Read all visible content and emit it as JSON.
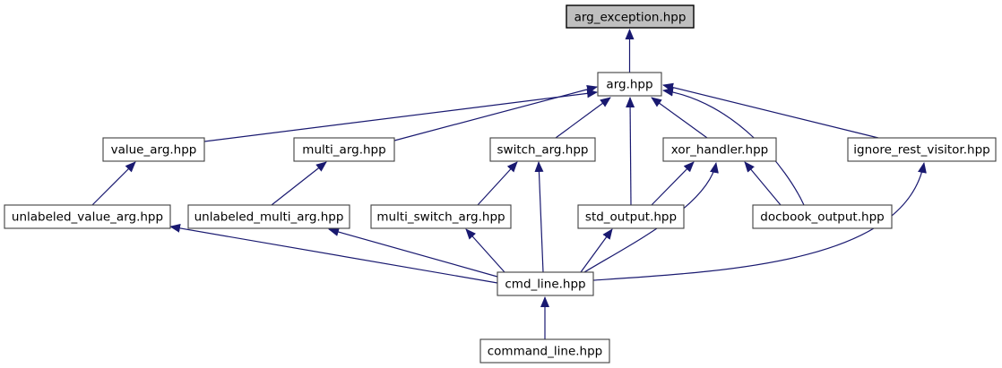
{
  "diagram": {
    "kind": "include-dependency-graph",
    "colors": {
      "edge": "#191970",
      "node_fill": "#ffffff",
      "node_border": "#404040",
      "highlight_fill": "#bfbfbf",
      "highlight_border": "#000000",
      "text": "#000000",
      "background": "#ffffff"
    },
    "nodes": [
      {
        "id": "arg_exception",
        "label": "arg_exception.hpp",
        "highlighted": true
      },
      {
        "id": "arg",
        "label": "arg.hpp",
        "highlighted": false
      },
      {
        "id": "value_arg",
        "label": "value_arg.hpp",
        "highlighted": false
      },
      {
        "id": "multi_arg",
        "label": "multi_arg.hpp",
        "highlighted": false
      },
      {
        "id": "switch_arg",
        "label": "switch_arg.hpp",
        "highlighted": false
      },
      {
        "id": "xor_handler",
        "label": "xor_handler.hpp",
        "highlighted": false
      },
      {
        "id": "ignore_rest_visitor",
        "label": "ignore_rest_visitor.hpp",
        "highlighted": false
      },
      {
        "id": "unlabeled_value_arg",
        "label": "unlabeled_value_arg.hpp",
        "highlighted": false
      },
      {
        "id": "unlabeled_multi_arg",
        "label": "unlabeled_multi_arg.hpp",
        "highlighted": false
      },
      {
        "id": "multi_switch_arg",
        "label": "multi_switch_arg.hpp",
        "highlighted": false
      },
      {
        "id": "std_output",
        "label": "std_output.hpp",
        "highlighted": false
      },
      {
        "id": "docbook_output",
        "label": "docbook_output.hpp",
        "highlighted": false
      },
      {
        "id": "cmd_line",
        "label": "cmd_line.hpp",
        "highlighted": false
      },
      {
        "id": "command_line",
        "label": "command_line.hpp",
        "highlighted": false
      }
    ],
    "edges": [
      {
        "from": "arg",
        "to": "arg_exception"
      },
      {
        "from": "value_arg",
        "to": "arg"
      },
      {
        "from": "multi_arg",
        "to": "arg"
      },
      {
        "from": "switch_arg",
        "to": "arg"
      },
      {
        "from": "xor_handler",
        "to": "arg"
      },
      {
        "from": "ignore_rest_visitor",
        "to": "arg"
      },
      {
        "from": "std_output",
        "to": "arg"
      },
      {
        "from": "docbook_output",
        "to": "arg"
      },
      {
        "from": "unlabeled_value_arg",
        "to": "value_arg"
      },
      {
        "from": "unlabeled_multi_arg",
        "to": "multi_arg"
      },
      {
        "from": "multi_switch_arg",
        "to": "switch_arg"
      },
      {
        "from": "std_output",
        "to": "xor_handler"
      },
      {
        "from": "docbook_output",
        "to": "xor_handler"
      },
      {
        "from": "cmd_line",
        "to": "xor_handler"
      },
      {
        "from": "cmd_line",
        "to": "switch_arg"
      },
      {
        "from": "cmd_line",
        "to": "ignore_rest_visitor"
      },
      {
        "from": "cmd_line",
        "to": "unlabeled_value_arg"
      },
      {
        "from": "cmd_line",
        "to": "unlabeled_multi_arg"
      },
      {
        "from": "cmd_line",
        "to": "multi_switch_arg"
      },
      {
        "from": "cmd_line",
        "to": "std_output"
      },
      {
        "from": "command_line",
        "to": "cmd_line"
      }
    ]
  }
}
